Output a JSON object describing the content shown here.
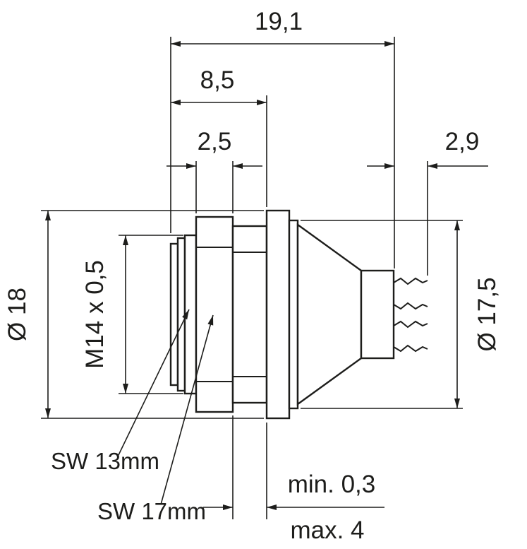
{
  "page": {
    "background": "#ffffff",
    "line_color": "#1d1d1b",
    "drawing_type": "connector-dimensional-drawing"
  },
  "dimensions": {
    "total_length": "19,1",
    "front_section_length": "8,5",
    "hex_nut_thickness": "2,5",
    "contact_length": "2,9",
    "flange_diameter": "Ø 18",
    "thread_spec": "M14 x 0,5",
    "body_diameter": "Ø 17,5",
    "wrench_size_front": "SW 13mm",
    "wrench_size_nut": "SW 17mm",
    "panel_thickness_min": "min. 0,3",
    "panel_thickness_max": "max. 4"
  }
}
